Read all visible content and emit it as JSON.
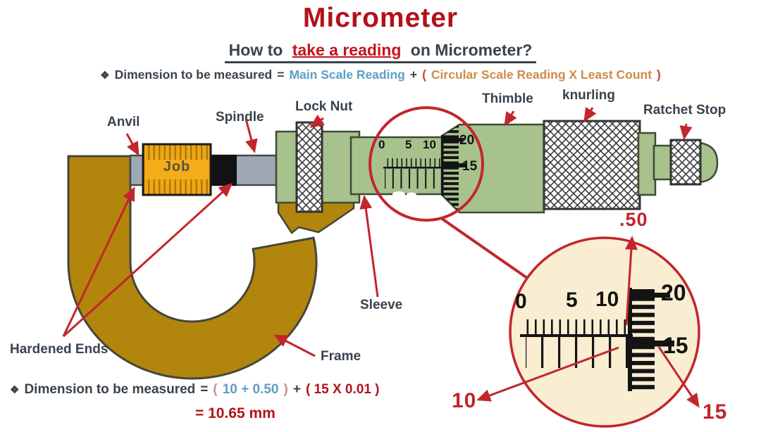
{
  "title": "Micrometer",
  "subtitle": {
    "pre": "How to",
    "highlight": "take a reading",
    "post": "on Micrometer?"
  },
  "formula_top": {
    "bullet": "❖",
    "label": "Dimension to be measured",
    "equals": "=",
    "main_scale": "Main Scale Reading",
    "plus": "+",
    "open_paren": "(",
    "circular": "Circular Scale Reading X Least Count",
    "close_paren": ")"
  },
  "part_labels": {
    "anvil": "Anvil",
    "spindle": "Spindle",
    "lock_nut": "Lock Nut",
    "thimble": "Thimble",
    "knurling": "knurling",
    "ratchet_stop": "Ratchet Stop",
    "sleeve": "Sleeve",
    "frame": "Frame",
    "hardened_ends": "Hardened Ends",
    "job": "Job"
  },
  "sleeve_scale": {
    "zero": "0",
    "five": "5",
    "ten": "10",
    "twenty": "20",
    "fifteen": "15"
  },
  "magnified_view": {
    "zero": "0",
    "five": "5",
    "ten": "10",
    "twenty": "20",
    "fifteen": "15",
    "half_reading": ".50",
    "main_reading": "10",
    "thimble_reading": "15"
  },
  "formula_bottom": {
    "bullet": "❖",
    "label": "Dimension to be measured",
    "equals": "=",
    "open1": "(",
    "group1": "10 + 0.50",
    "close1": ")",
    "plus": "+",
    "group2": "( 15 X 0.01 )",
    "result": "= 10.65 mm"
  },
  "colors": {
    "title_red": "#B1121B",
    "heading_dark": "#39434D",
    "highlight_red": "#C0161C",
    "main_scale_blue": "#5E9EC6",
    "circular_scale_orange": "#CE8C4B",
    "paren_red": "#D0453B",
    "result_crimson": "#B5121B",
    "arrow_red": "#C2262C",
    "body_green": "#A7C28D",
    "frame_gold": "#B2850C",
    "spindle_gray": "#9FA9B6",
    "job_orange": "#F2A517",
    "magnifier_cream": "#F9EED1",
    "scale_black": "#141414"
  }
}
